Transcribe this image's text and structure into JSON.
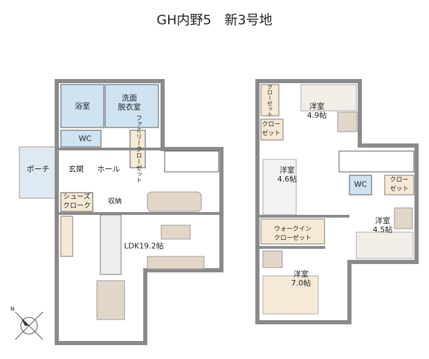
{
  "title": "GH内野5　新3号地",
  "colors": {
    "wall": "#8a8a8a",
    "wet_area": "#cfe3f1",
    "storage": "#f6ead6",
    "furniture": "#e2d6c8"
  },
  "floor1": {
    "rooms": {
      "bath": "浴室",
      "washroom": "洗面\n脱衣室",
      "wc": "WC",
      "family_closet": "ファミリークローゼット",
      "porch": "ポーチ",
      "entrance": "玄関",
      "hall": "ホール",
      "shoes_closet": "シューズ\nクローク",
      "storage": "収納",
      "ldk": "LDK19.2帖"
    }
  },
  "floor2": {
    "rooms": {
      "room_49": "洋室\n4.9帖",
      "closet_top": "クローゼット",
      "closet_mid": "クロー\nゼット",
      "room_46": "洋室\n4.6帖",
      "wc": "WC",
      "closet_right": "クロー\nゼット",
      "room_45": "洋室\n4.5帖",
      "walkin": "ウォークイン\nクローゼット",
      "room_70": "洋室\n7.0帖"
    }
  },
  "compass": {
    "label": "N"
  }
}
